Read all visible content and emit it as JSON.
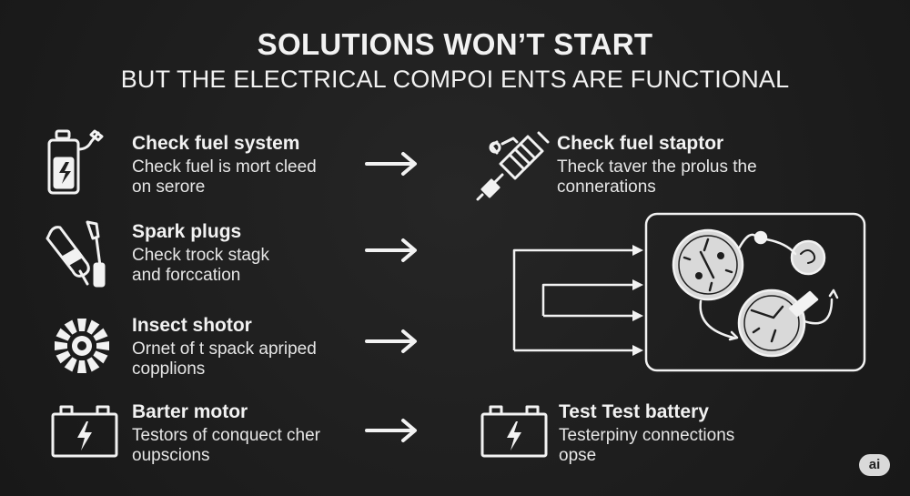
{
  "header": {
    "title": "SOLUTIONS WON’T START",
    "subtitle": "BUT THE ELECTRICAL COMPOI ENTS ARE FUNCTIONAL"
  },
  "left_items": [
    {
      "icon": "fuel-canister-icon",
      "title": "Check fuel system",
      "desc1": "Check fuel is mort cleed",
      "desc2": "on serore"
    },
    {
      "icon": "spark-plug-tools-icon",
      "title": "Spark  plugs",
      "desc1": "Check  trock stagk",
      "desc2": "and forccation"
    },
    {
      "icon": "gear-sunburst-icon",
      "title": "Insect shotor",
      "desc1": "Ornet  of t spack apriped",
      "desc2": "copplions"
    },
    {
      "icon": "battery-icon",
      "title": "Barter motor",
      "desc1": "Testors of  conquect cher",
      "desc2": "oupscions"
    }
  ],
  "right_items": [
    {
      "icon": "injector-icon",
      "title": "Check fuel staptor",
      "desc1": "Theck taver the prolus the",
      "desc2": "connerations"
    },
    {
      "icon": "battery-icon",
      "title": "Test Test battery",
      "desc1": "Testerpiny connections",
      "desc2": "opse"
    }
  ],
  "diagram": {
    "icon": "circuit-gauges-icon"
  },
  "colors": {
    "background": "#1e1e1e",
    "foreground": "#f2f2f2"
  },
  "badge": {
    "label": "ai"
  }
}
